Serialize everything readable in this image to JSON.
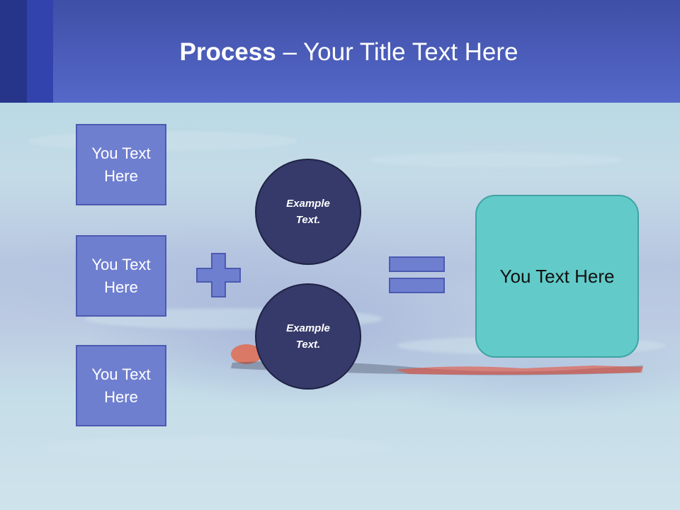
{
  "title": {
    "bold": "Process",
    "rest": " – Your Title Text Here"
  },
  "left_boxes": [
    {
      "label": "You Text Here"
    },
    {
      "label": "You Text Here"
    },
    {
      "label": "You Text Here"
    }
  ],
  "circles": [
    {
      "label": "Example Text."
    },
    {
      "label": "Example Text."
    }
  ],
  "result": {
    "label": "You Text Here"
  },
  "colors": {
    "header": "#4a5cb8",
    "box_fill": "#6f7fd0",
    "circle_fill": "#363a6a",
    "result_fill": "#62cbc9",
    "operator_fill": "#6f7fd0"
  }
}
